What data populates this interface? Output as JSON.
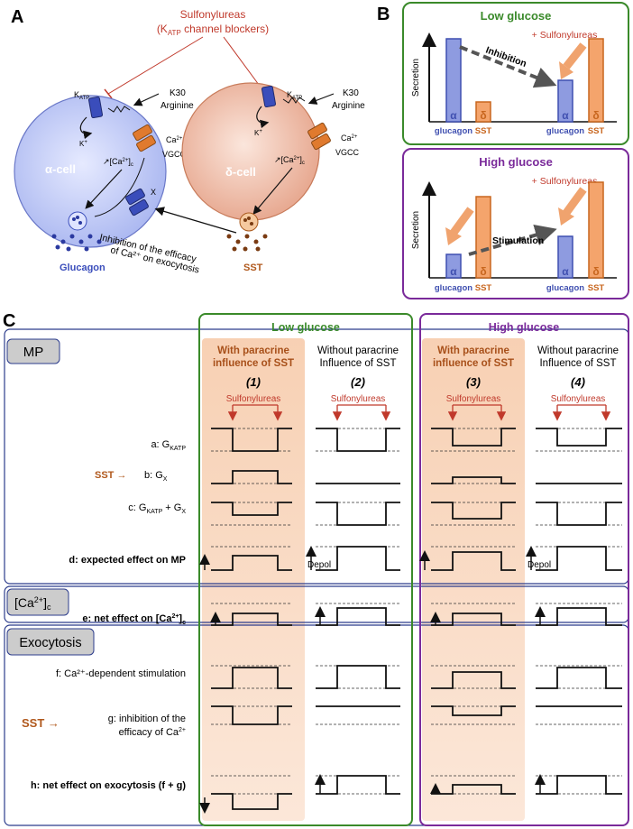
{
  "panelA": {
    "letter": "A",
    "sulfonylureas": "Sulfonylureas",
    "katp_blockers_pre": "(K",
    "katp_blockers_sub": "ATP",
    "katp_blockers_post": " channel blockers)",
    "katp": "K",
    "katp_sub": "ATP",
    "k30": "K30",
    "arginine": "Arginine",
    "kplus": "K",
    "kplus_sup": "+",
    "ca": "Ca",
    "ca_sup": "2+",
    "vgcc": "VGCC",
    "ca_c_pre": "↗[Ca",
    "ca_c_sup": "2+",
    "ca_c_post": "]",
    "ca_c_sub": "c",
    "alpha_cell": "α-cell",
    "delta_cell": "δ-cell",
    "x": "X",
    "inhibition_line1": "Inhibition of the efficacy",
    "inhibition_line2": "of Ca²⁺ on exocytosis",
    "glucagon": "Glucagon",
    "sst": "SST"
  },
  "panelB": {
    "letter": "B",
    "low_title": "Low glucose",
    "high_title": "High glucose",
    "plus_sulf": "+ Sulfonylureas",
    "secretion": "Secretion",
    "inhibition": "Inhibition",
    "stimulation": "Stimulation",
    "alpha": "α",
    "delta": "δ",
    "glucagon": "glucagon",
    "sst": "SST",
    "colors": {
      "alpha_fill": "#8e9be0",
      "alpha_stroke": "#3f4fb0",
      "delta_fill": "#f4a46c",
      "delta_stroke": "#c8661e",
      "low_border": "#3a8a2a",
      "high_border": "#7a2a9a"
    }
  },
  "panelC": {
    "letter": "C",
    "low_glucose": "Low glucose",
    "high_glucose": "High glucose",
    "with_l1": "With paracrine",
    "with_l2": "influence of SST",
    "without_l1": "Without paracrine",
    "without_l2": "Influence of SST",
    "n1": "(1)",
    "n2": "(2)",
    "n3": "(3)",
    "n4": "(4)",
    "sulfonylureas": "Sulfonylureas",
    "mp": "MP",
    "ca_box_pre": "[Ca",
    "ca_box_sup": "2+",
    "ca_box_post": "]",
    "ca_box_sub": "c",
    "exocytosis": "Exocytosis",
    "row_a_pre": "a: G",
    "row_a_sub": "KATP",
    "sst_arrow": "SST →",
    "row_b_pre": "b: G",
    "row_b_sub": "X",
    "row_c_pre": "c: G",
    "row_c_sub1": "KATP",
    "row_c_mid": " + G",
    "row_c_sub2": "X",
    "row_d": "d: expected effect on MP",
    "row_e_pre": "e: net effect on [Ca",
    "row_e_sup": "2+",
    "row_e_post": "]",
    "row_e_sub": "c",
    "row_f": "f: Ca²⁺-dependent stimulation",
    "row_g1": "g: inhibition of the",
    "row_g2_pre": "efficacy of Ca",
    "row_g2_sup": "2+",
    "row_h": "h: net effect on exocytosis (f + g)",
    "depol": "Depol"
  }
}
